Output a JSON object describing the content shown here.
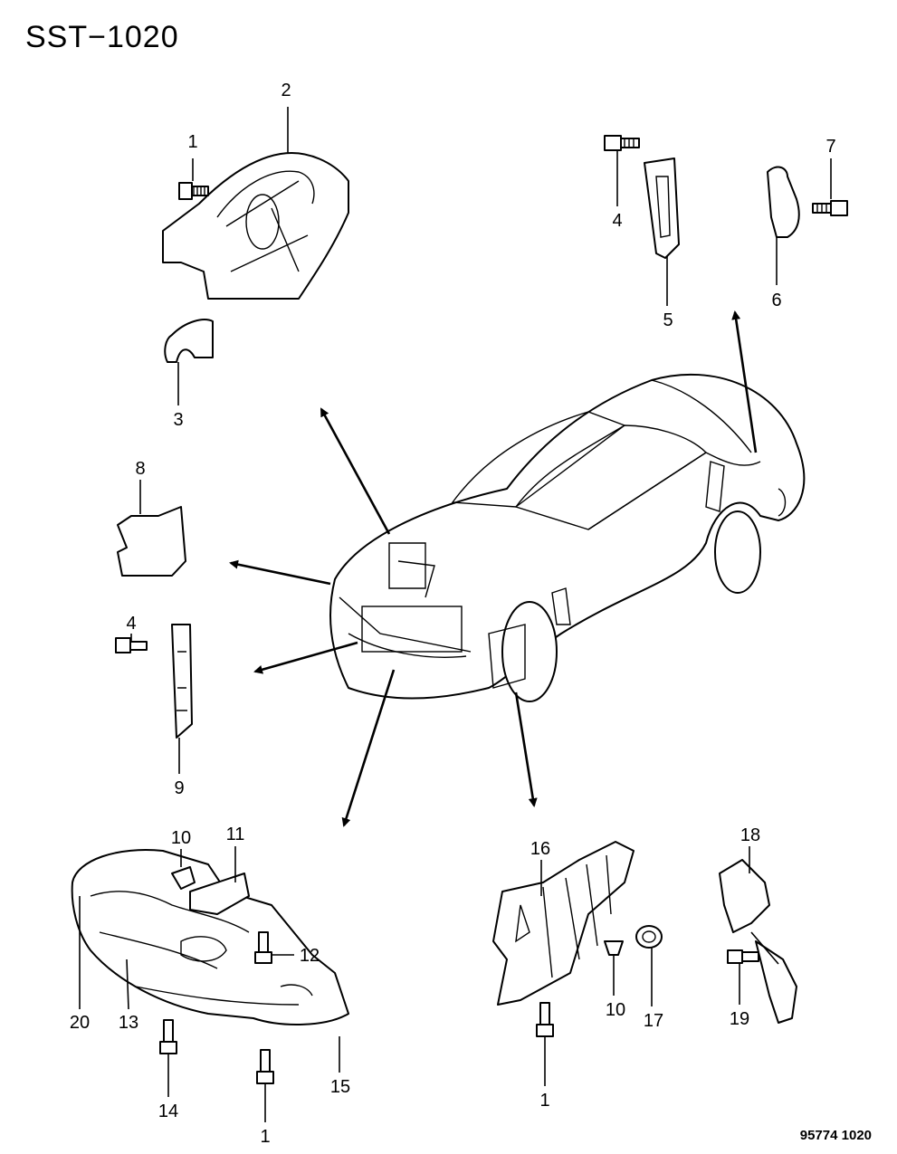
{
  "diagram_code": "SST−1020",
  "footer_code": "95774  1020",
  "callouts": [
    {
      "id": "c1a",
      "label": "1"
    },
    {
      "id": "c2",
      "label": "2"
    },
    {
      "id": "c3",
      "label": "3"
    },
    {
      "id": "c4a",
      "label": "4"
    },
    {
      "id": "c5",
      "label": "5"
    },
    {
      "id": "c6",
      "label": "6"
    },
    {
      "id": "c7",
      "label": "7"
    },
    {
      "id": "c8",
      "label": "8"
    },
    {
      "id": "c4b",
      "label": "4"
    },
    {
      "id": "c9",
      "label": "9"
    },
    {
      "id": "c10a",
      "label": "10"
    },
    {
      "id": "c11",
      "label": "11"
    },
    {
      "id": "c12",
      "label": "12"
    },
    {
      "id": "c20",
      "label": "20"
    },
    {
      "id": "c13",
      "label": "13"
    },
    {
      "id": "c14",
      "label": "14"
    },
    {
      "id": "c1b",
      "label": "1"
    },
    {
      "id": "c15",
      "label": "15"
    },
    {
      "id": "c16",
      "label": "16"
    },
    {
      "id": "c10b",
      "label": "10"
    },
    {
      "id": "c17",
      "label": "17"
    },
    {
      "id": "c1c",
      "label": "1"
    },
    {
      "id": "c18",
      "label": "18"
    },
    {
      "id": "c19",
      "label": "19"
    }
  ]
}
